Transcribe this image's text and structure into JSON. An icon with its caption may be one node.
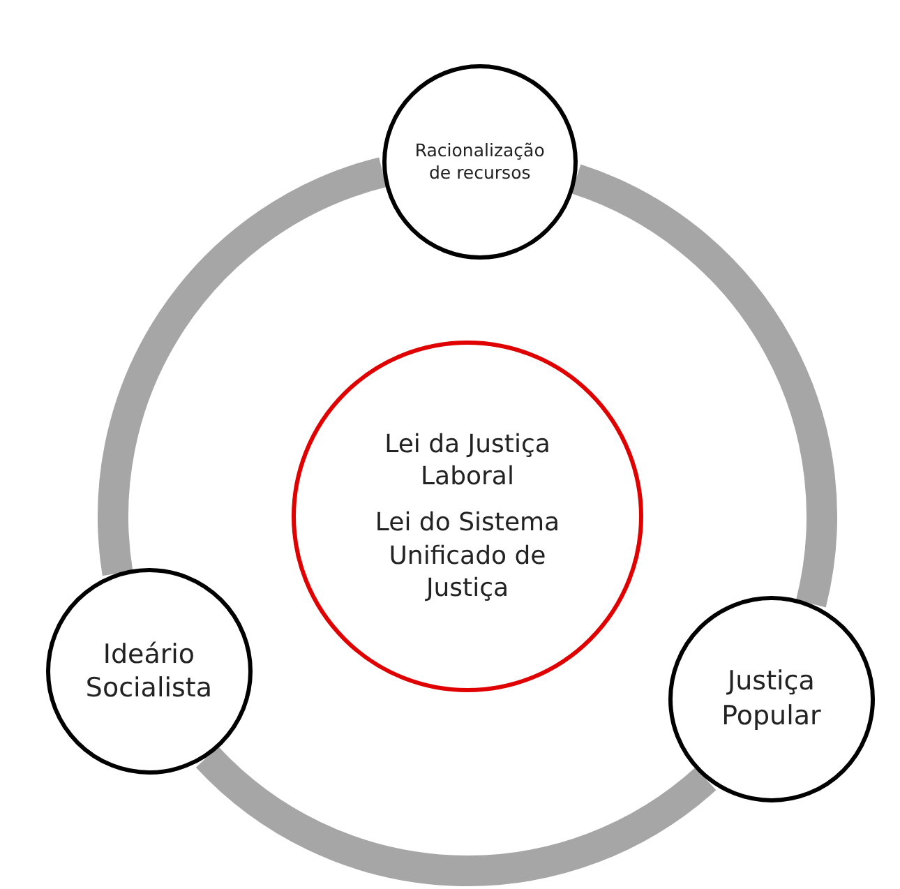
{
  "diagram": {
    "nodes": [
      {
        "text": [
          "Racionalização de recursos"
        ]
      },
      {
        "text": [
          "Lei da Justiça Laboral",
          "Lei do Sistema Unificado de Justiça"
        ]
      },
      {
        "text": [
          "Ideário Socialista"
        ]
      },
      {
        "text": [
          "Justiça Popular"
        ]
      }
    ],
    "edges": [
      {
        "from": 0,
        "to": 3,
        "arrow": "none"
      },
      {
        "from": 3,
        "to": 2,
        "arrow": "none"
      },
      {
        "from": 2,
        "to": 0,
        "arrow": "none"
      }
    ]
  }
}
